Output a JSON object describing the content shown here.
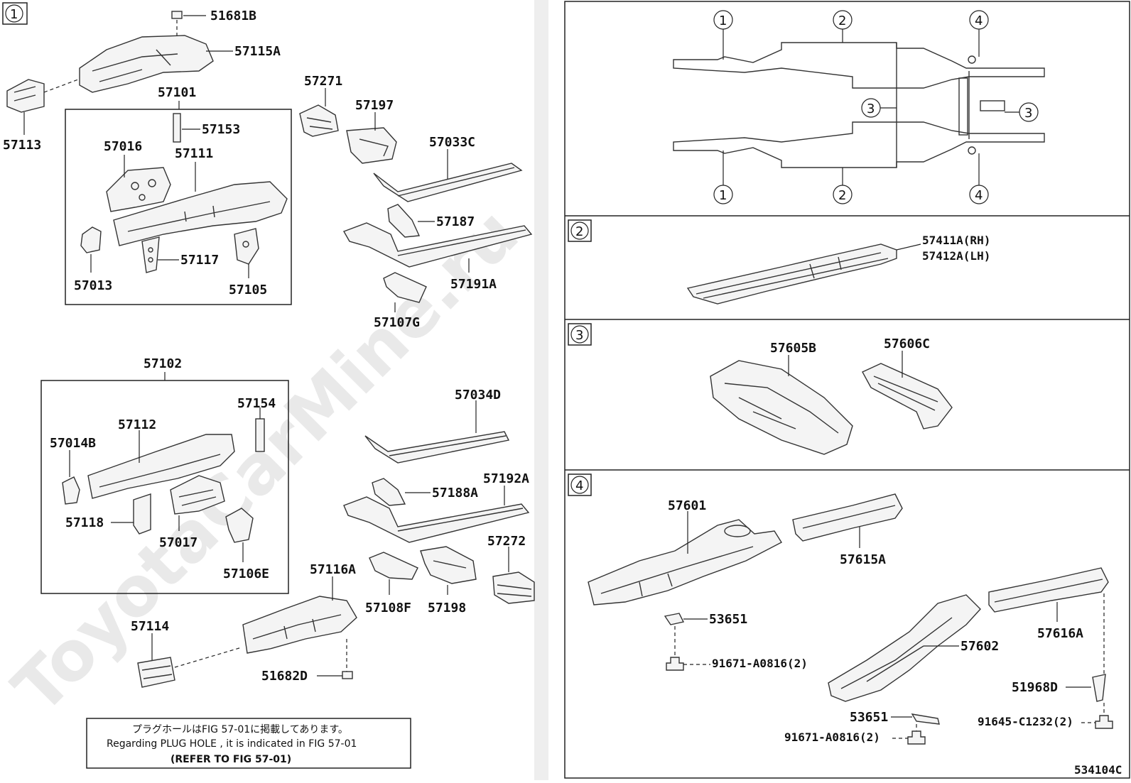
{
  "diagram_code": "534104C",
  "note": {
    "line1": "プラグホールはFIG 57-01に掲載してあります。",
    "line2": "Regarding PLUG HOLE , it is indicated in FIG 57-01",
    "line3": "(REFER TO FIG 57-01)"
  },
  "watermark": "ToyotaCarMine.ru",
  "section_markers": [
    "1",
    "2",
    "3",
    "4"
  ],
  "overview_callouts": {
    "top": [
      "1",
      "2",
      "4"
    ],
    "bottom": [
      "1",
      "2",
      "4"
    ],
    "middle_left": "3",
    "middle_right": "3"
  },
  "section1_labels": {
    "p51681B": "51681B",
    "p57115A": "57115A",
    "p57113": "57113",
    "p57101": "57101",
    "p57153": "57153",
    "p57016": "57016",
    "p57111": "57111",
    "p57013": "57013",
    "p57117": "57117",
    "p57105": "57105",
    "p57271": "57271",
    "p57197": "57197",
    "p57033C": "57033C",
    "p57187": "57187",
    "p57191A": "57191A",
    "p57107G": "57107G",
    "p57102": "57102",
    "p57154": "57154",
    "p57112": "57112",
    "p57014B": "57014B",
    "p57118": "57118",
    "p57017": "57017",
    "p57106E": "57106E",
    "p57034D": "57034D",
    "p57192A": "57192A",
    "p57188A": "57188A",
    "p57272": "57272",
    "p57116A": "57116A",
    "p57108F": "57108F",
    "p57198": "57198",
    "p57114": "57114",
    "p51682D": "51682D"
  },
  "section2_labels": {
    "rh": "57411A(RH)",
    "lh": "57412A(LH)"
  },
  "section3_labels": {
    "p57605B": "57605B",
    "p57606C": "57606C"
  },
  "section4_labels": {
    "p57601": "57601",
    "p57615A": "57615A",
    "p53651a": "53651",
    "p91671a": "91671-A0816(2)",
    "p57602": "57602",
    "p57616A": "57616A",
    "p51968D": "51968D",
    "p53651b": "53651",
    "p91671b": "91671-A0816(2)",
    "p91645": "91645-C1232(2)"
  }
}
